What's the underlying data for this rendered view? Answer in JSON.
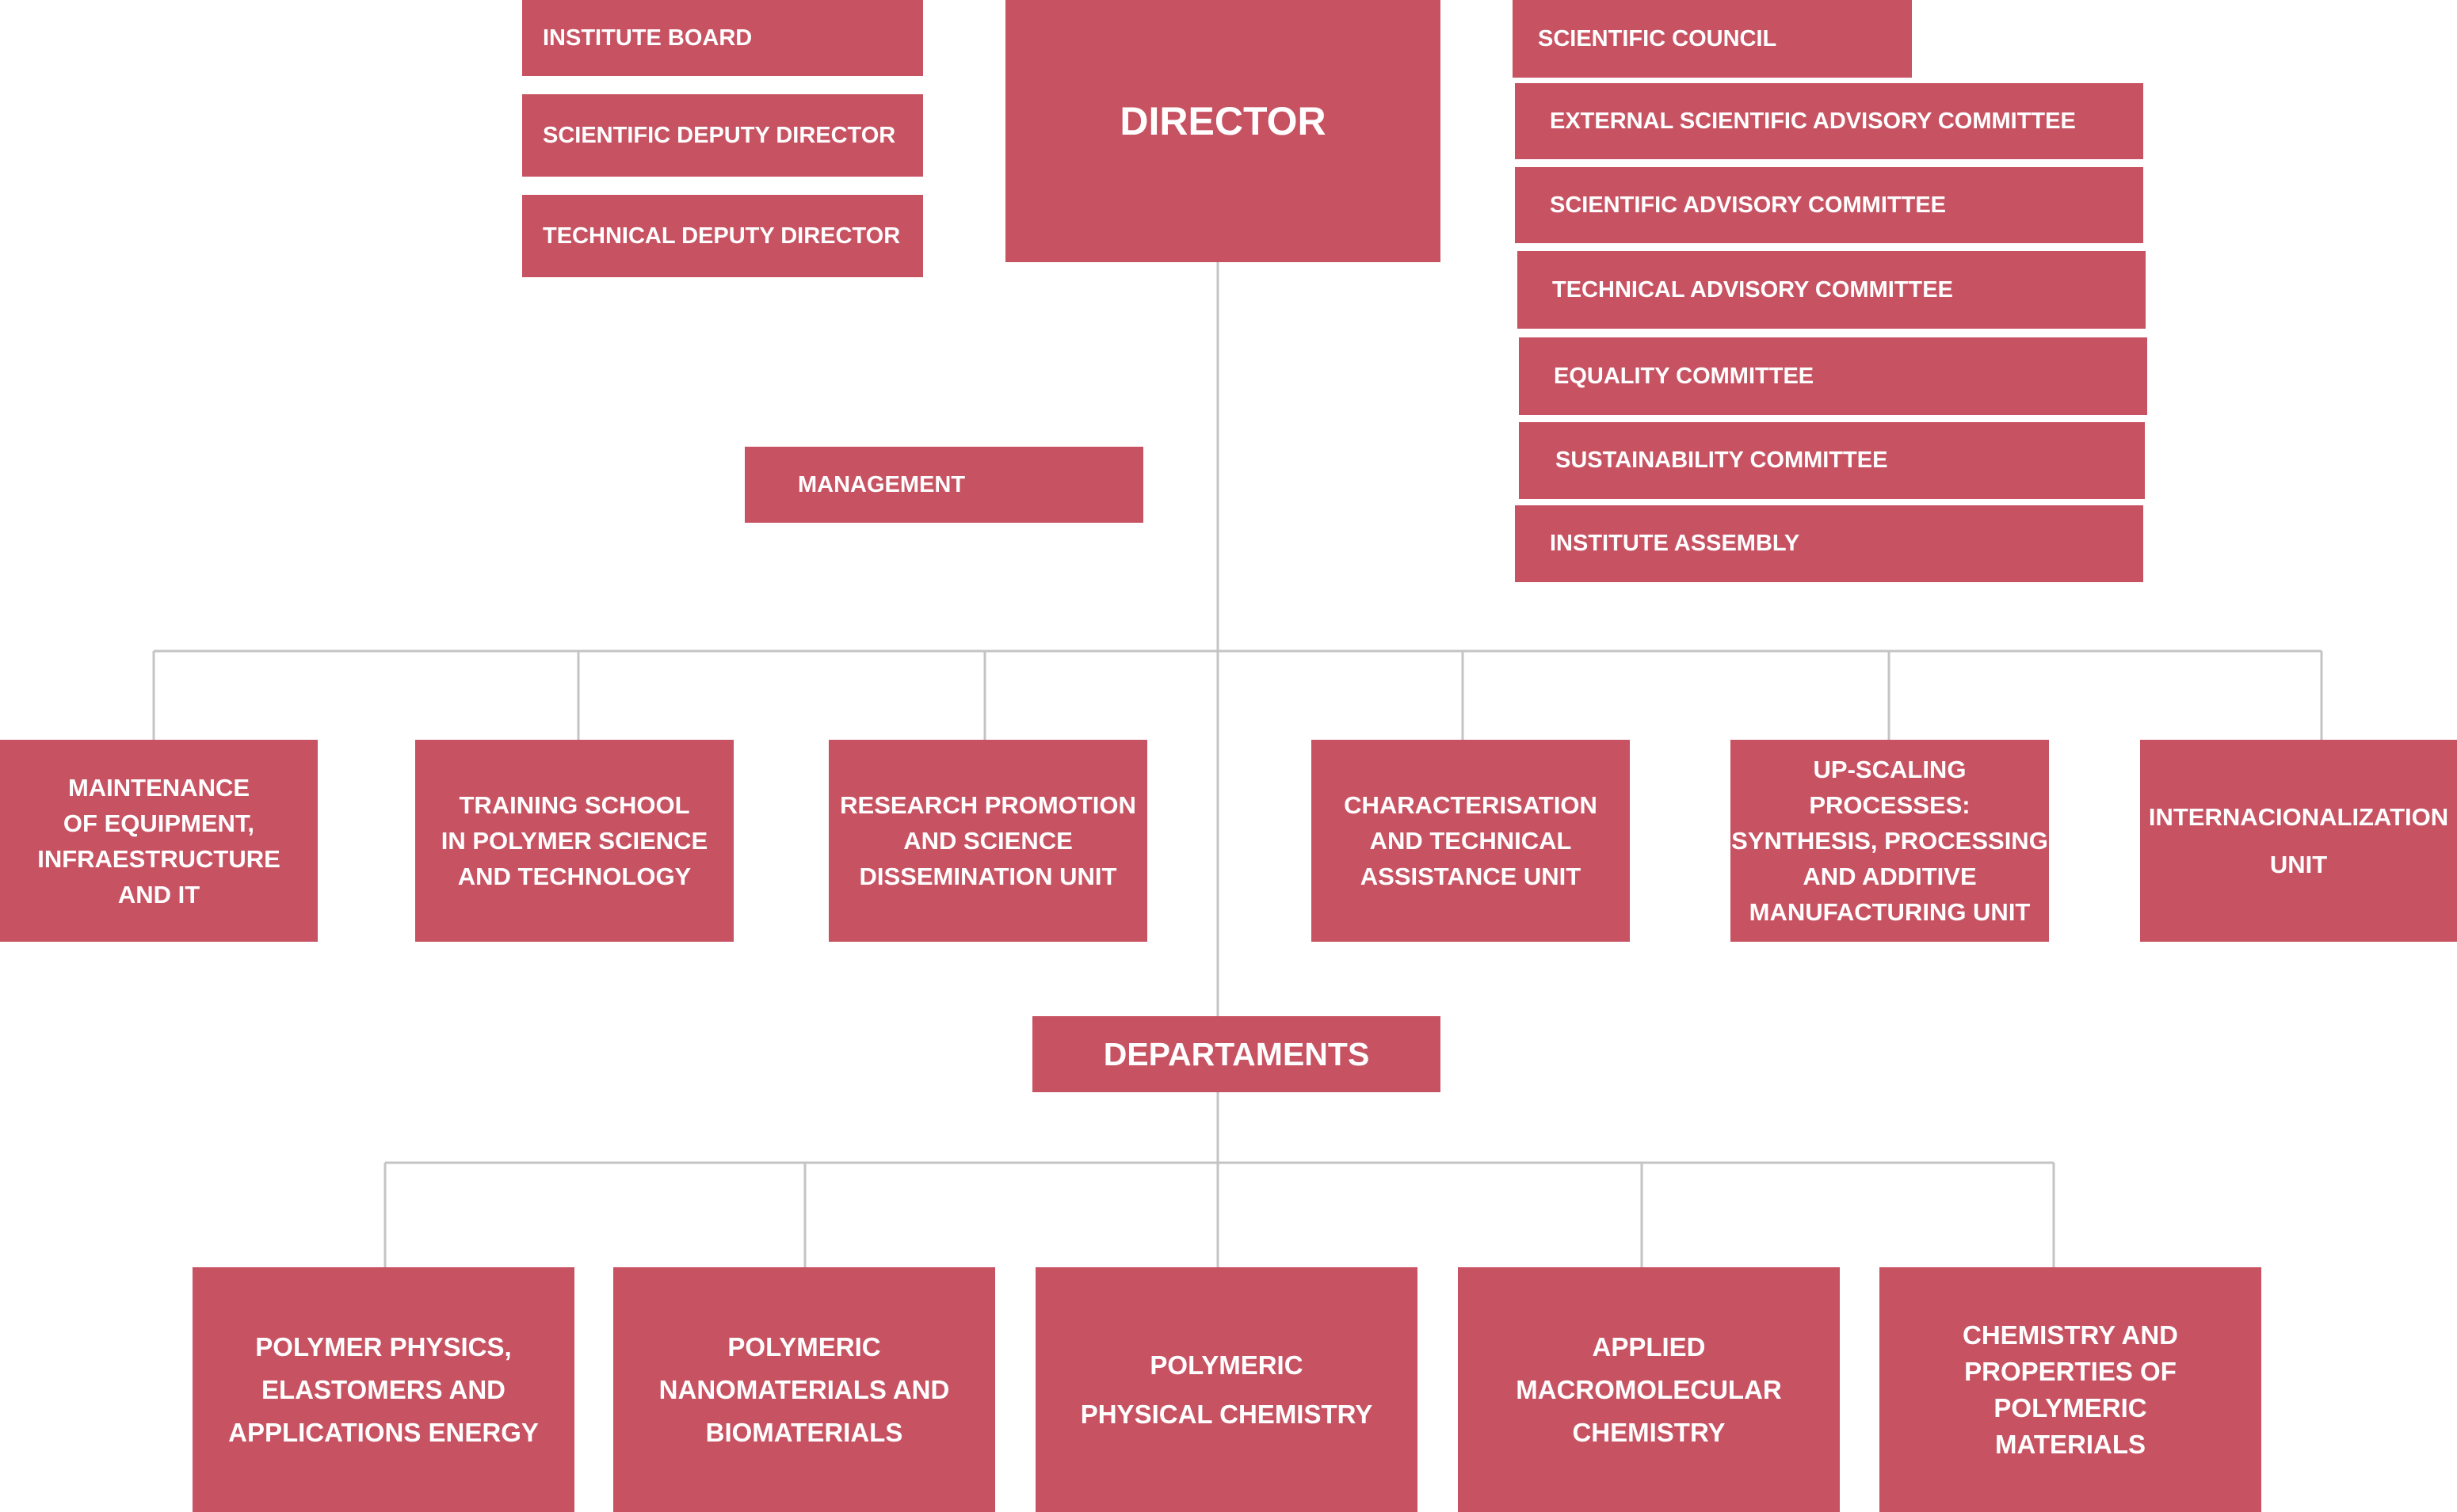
{
  "director": "DIRECTOR",
  "left_column": [
    {
      "id": "institute-board",
      "label": "INSTITUTE BOARD"
    },
    {
      "id": "scientific-deputy-director",
      "label": "SCIENTIFIC DEPUTY DIRECTOR"
    },
    {
      "id": "technical-deputy-director",
      "label": "TECHNICAL DEPUTY DIRECTOR"
    }
  ],
  "management": "MANAGEMENT",
  "right_column": [
    {
      "id": "scientific-council",
      "label": "SCIENTIFIC COUNCIL"
    },
    {
      "id": "external-scientific-advisory-committee",
      "label": "EXTERNAL SCIENTIFIC ADVISORY COMMITTEE"
    },
    {
      "id": "scientific-advisory-committee",
      "label": "SCIENTIFIC ADVISORY COMMITTEE"
    },
    {
      "id": "technical-advisory-committee",
      "label": "TECHNICAL ADVISORY COMMITTEE"
    },
    {
      "id": "equality-committee",
      "label": "EQUALITY COMMITTEE"
    },
    {
      "id": "sustainability-committee",
      "label": "SUSTAINABILITY COMMITTEE"
    },
    {
      "id": "institute-assembly",
      "label": "INSTITUTE ASSEMBLY"
    }
  ],
  "units": [
    {
      "id": "maintenance",
      "label": "MAINTENANCE\nOF EQUIPMENT,\nINFRAESTRUCTURE\nAND IT"
    },
    {
      "id": "training-school",
      "label": "TRAINING SCHOOL\nIN POLYMER SCIENCE\nAND TECHNOLOGY"
    },
    {
      "id": "research-promotion",
      "label": "RESEARCH PROMOTION\nAND SCIENCE\nDISSEMINATION UNIT"
    },
    {
      "id": "characterisation",
      "label": "CHARACTERISATION\nAND TECHNICAL\nASSISTANCE UNIT"
    },
    {
      "id": "up-scaling",
      "label": "UP-SCALING PROCESSES:\nSYNTHESIS, PROCESSING\nAND ADDITIVE\nMANUFACTURING UNIT"
    },
    {
      "id": "internacionalization",
      "label": "INTERNACIONALIZATION\nUNIT"
    }
  ],
  "departaments": "DEPARTAMENTS",
  "departments": [
    {
      "id": "polymer-physics",
      "label": "POLYMER PHYSICS,\nELASTOMERS AND\nAPPLICATIONS ENERGY"
    },
    {
      "id": "polymeric-nanomaterials",
      "label": "POLYMERIC\nNANOMATERIALS AND\nBIOMATERIALS"
    },
    {
      "id": "polymeric-physical-chemistry",
      "label": "POLYMERIC\nPHYSICAL CHEMISTRY"
    },
    {
      "id": "applied-macromolecular",
      "label": "APPLIED\nMACROMOLECULAR\nCHEMISTRY"
    },
    {
      "id": "chemistry-properties",
      "label": "CHEMISTRY AND\nPROPERTIES OF\nPOLYMERIC\nMATERIALS"
    }
  ],
  "colors": {
    "box": "#c75262",
    "text": "#ffffff",
    "connector": "#c4c4c4"
  }
}
